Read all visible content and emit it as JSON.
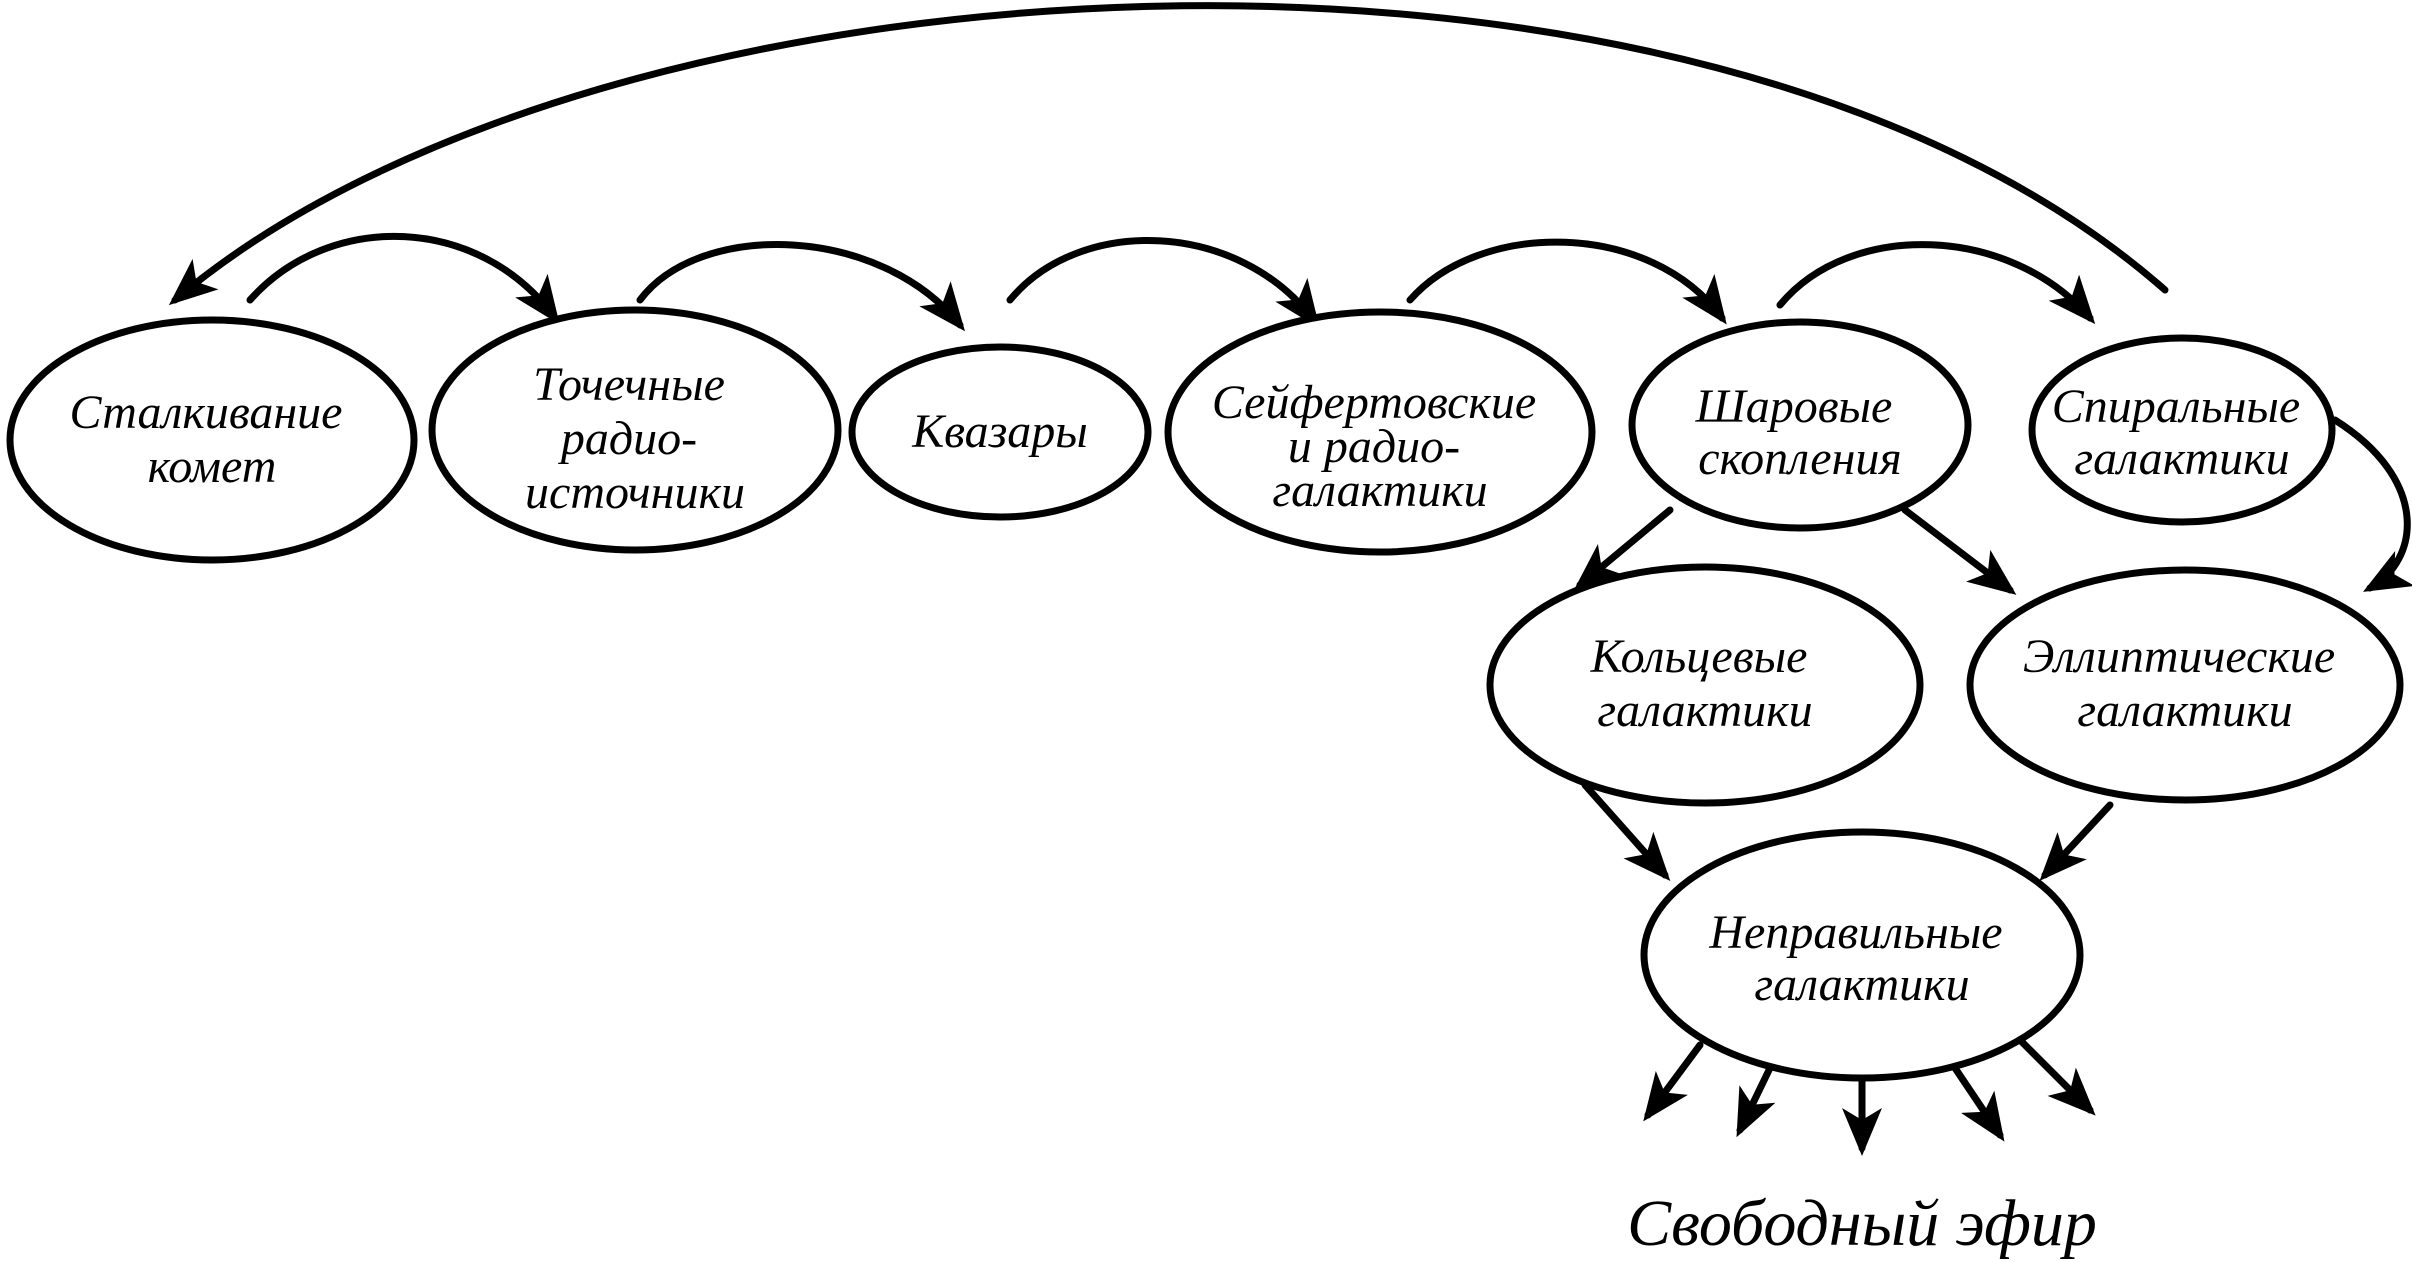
{
  "nodes": {
    "comet_collision": [
      "Сталкивание",
      "комет"
    ],
    "point_radio_sources": [
      "Точечные",
      "радио-",
      "источники"
    ],
    "quasars": [
      "Квазары"
    ],
    "seyfert_radio_galaxies": [
      "Сейфертовские",
      "и радио-",
      "галактики"
    ],
    "globular_clusters": [
      "Шаровые",
      "скопления"
    ],
    "spiral_galaxies": [
      "Спиральные",
      "галактики"
    ],
    "ring_galaxies": [
      "Кольцевые",
      "галактики"
    ],
    "elliptical_galaxies": [
      "Эллиптические",
      "галактики"
    ],
    "irregular_galaxies": [
      "Неправильные",
      "галактики"
    ]
  },
  "free_ether": "Свободный эфир",
  "colors": {
    "stroke": "#000000",
    "fill": "#ffffff",
    "background": "#ffffff"
  }
}
